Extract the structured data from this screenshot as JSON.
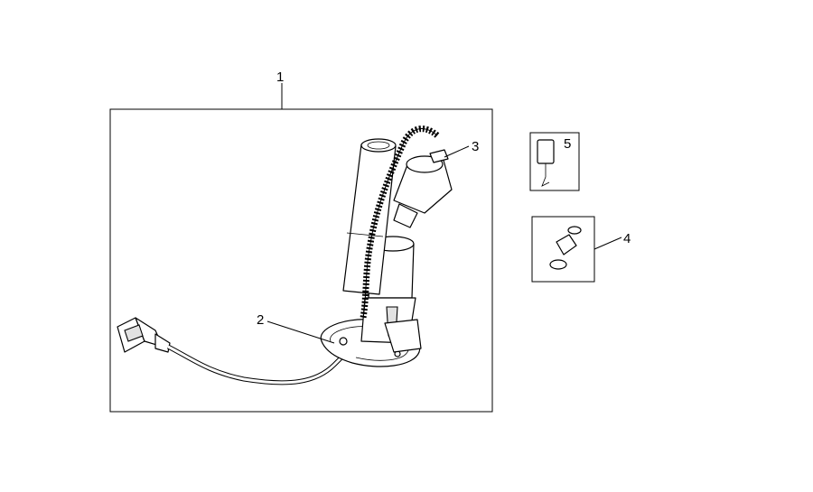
{
  "callouts": {
    "c1": "1",
    "c2": "2",
    "c3": "3",
    "c4": "4",
    "c5": "5"
  },
  "colors": {
    "line": "#000000",
    "shade": "#e2e2e2",
    "background": "#ffffff"
  }
}
